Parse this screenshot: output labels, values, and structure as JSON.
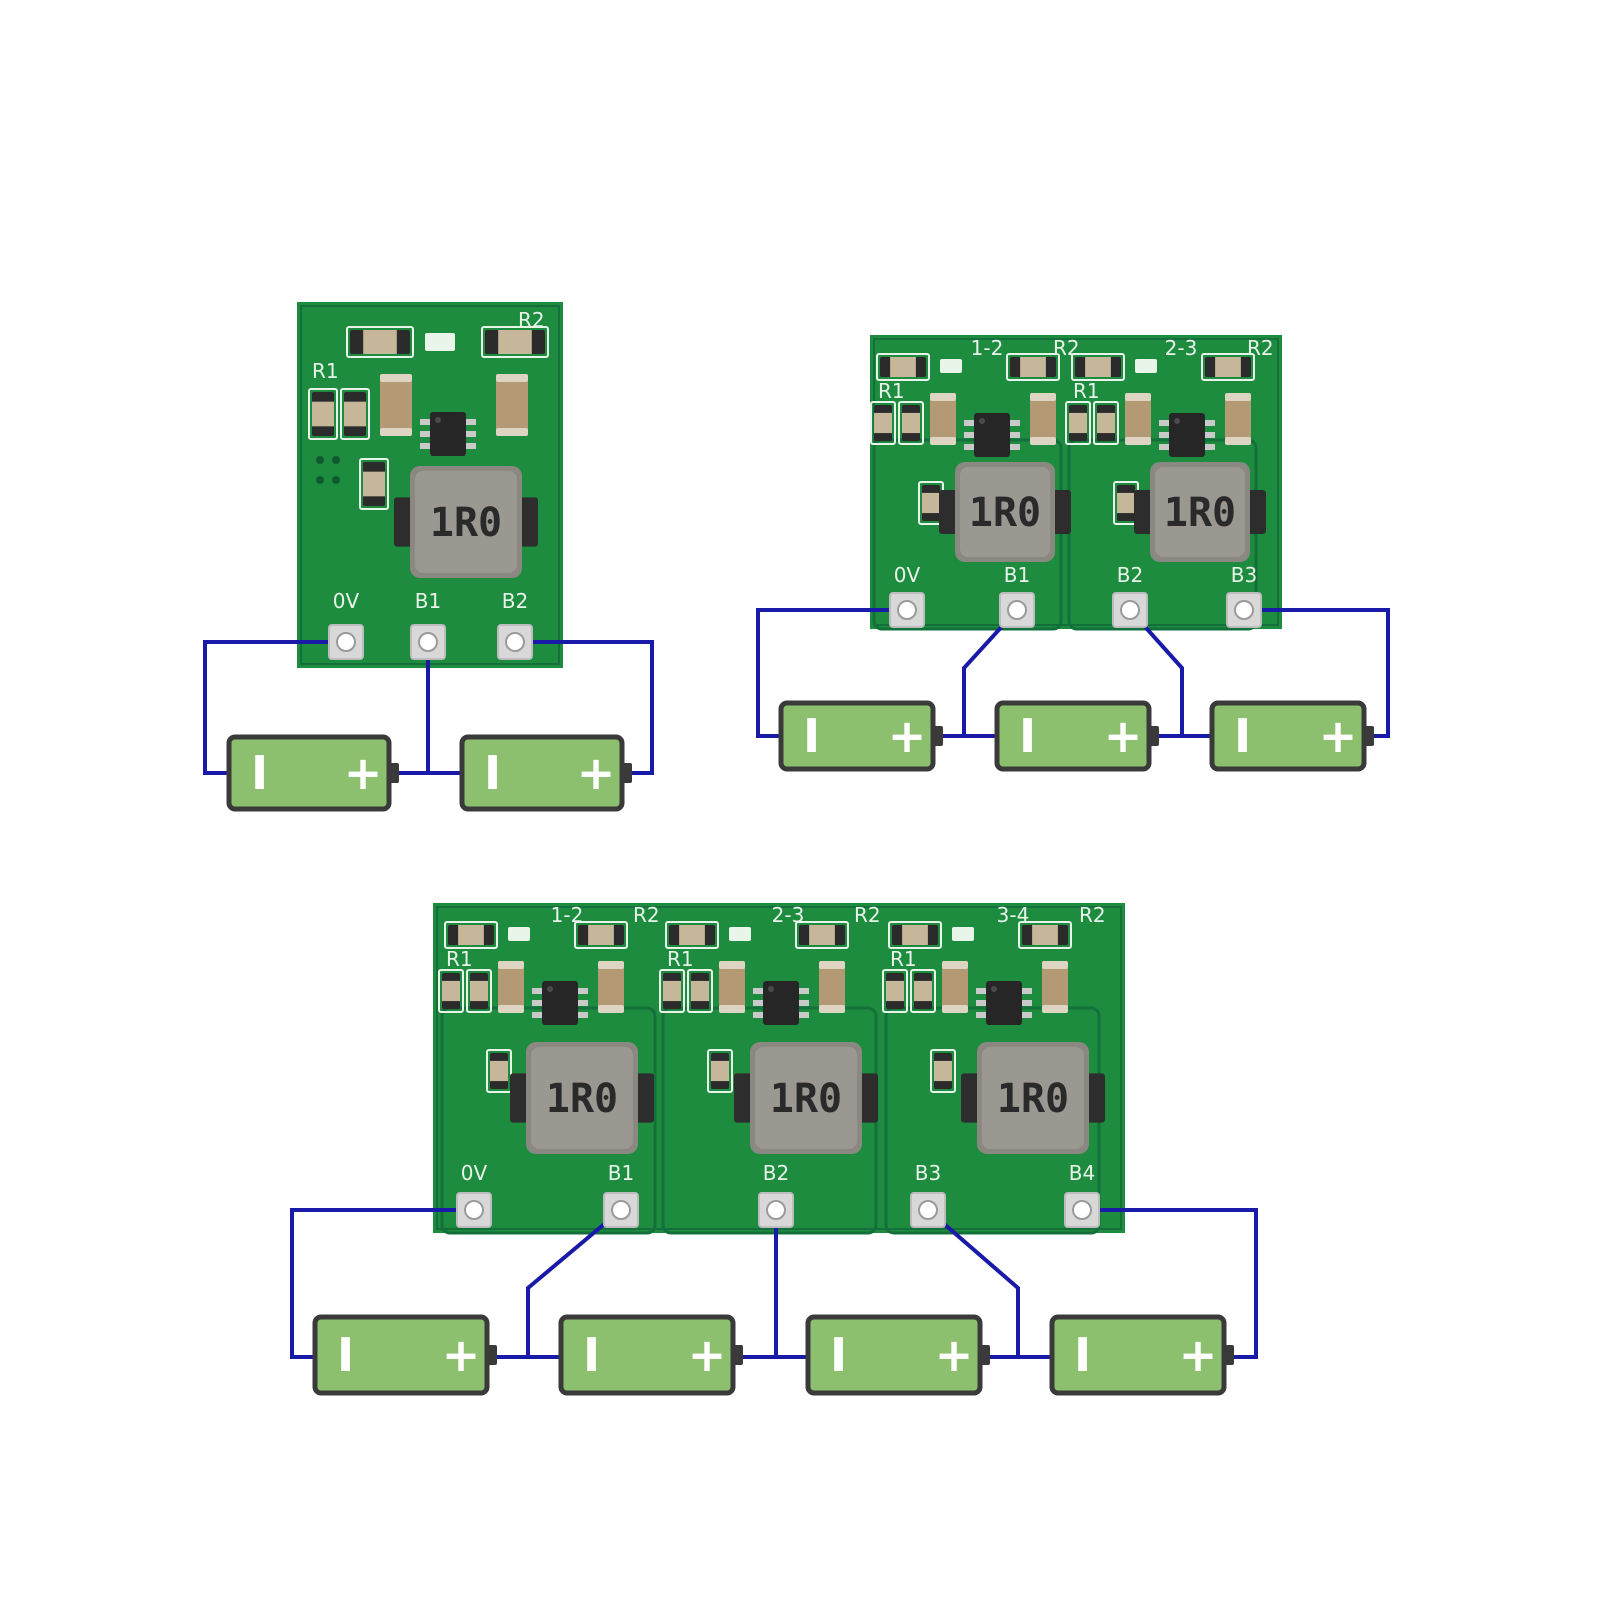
{
  "colors": {
    "pcb": "#1d8c3f",
    "pcb_dark": "#14703a",
    "silkscreen": "#e8f3ea",
    "inductor": "#8a8881",
    "wire": "#1a1aa8",
    "battery_fill": "#8cc06f",
    "battery_outline": "#3a3a3a"
  },
  "icons": {
    "battery": "battery-icon",
    "inductor": "inductor-icon",
    "pad": "solder-pad-icon"
  },
  "boards": [
    {
      "id": "2s",
      "balancer_labels": [],
      "resistor_labels": [
        "R1",
        "R2"
      ],
      "inductors": [
        "1R0"
      ],
      "pads": [
        "0V",
        "B1",
        "B2"
      ],
      "batteries": [
        {
          "neg": "I",
          "pos": "+"
        },
        {
          "neg": "I",
          "pos": "+"
        }
      ]
    },
    {
      "id": "3s",
      "balancer_labels": [
        "1-2",
        "2-3"
      ],
      "resistor_labels": [
        "R1",
        "R2"
      ],
      "inductors": [
        "1R0",
        "1R0"
      ],
      "pads": [
        "0V",
        "B1",
        "B2",
        "B3"
      ],
      "batteries": [
        {
          "neg": "I",
          "pos": "+"
        },
        {
          "neg": "I",
          "pos": "+"
        },
        {
          "neg": "I",
          "pos": "+"
        }
      ]
    },
    {
      "id": "4s",
      "balancer_labels": [
        "1-2",
        "2-3",
        "3-4"
      ],
      "resistor_labels": [
        "R1",
        "R2"
      ],
      "inductors": [
        "1R0",
        "1R0",
        "1R0"
      ],
      "pads": [
        "0V",
        "B1",
        "B2",
        "B3",
        "B4"
      ],
      "batteries": [
        {
          "neg": "I",
          "pos": "+"
        },
        {
          "neg": "I",
          "pos": "+"
        },
        {
          "neg": "I",
          "pos": "+"
        },
        {
          "neg": "I",
          "pos": "+"
        }
      ]
    }
  ]
}
